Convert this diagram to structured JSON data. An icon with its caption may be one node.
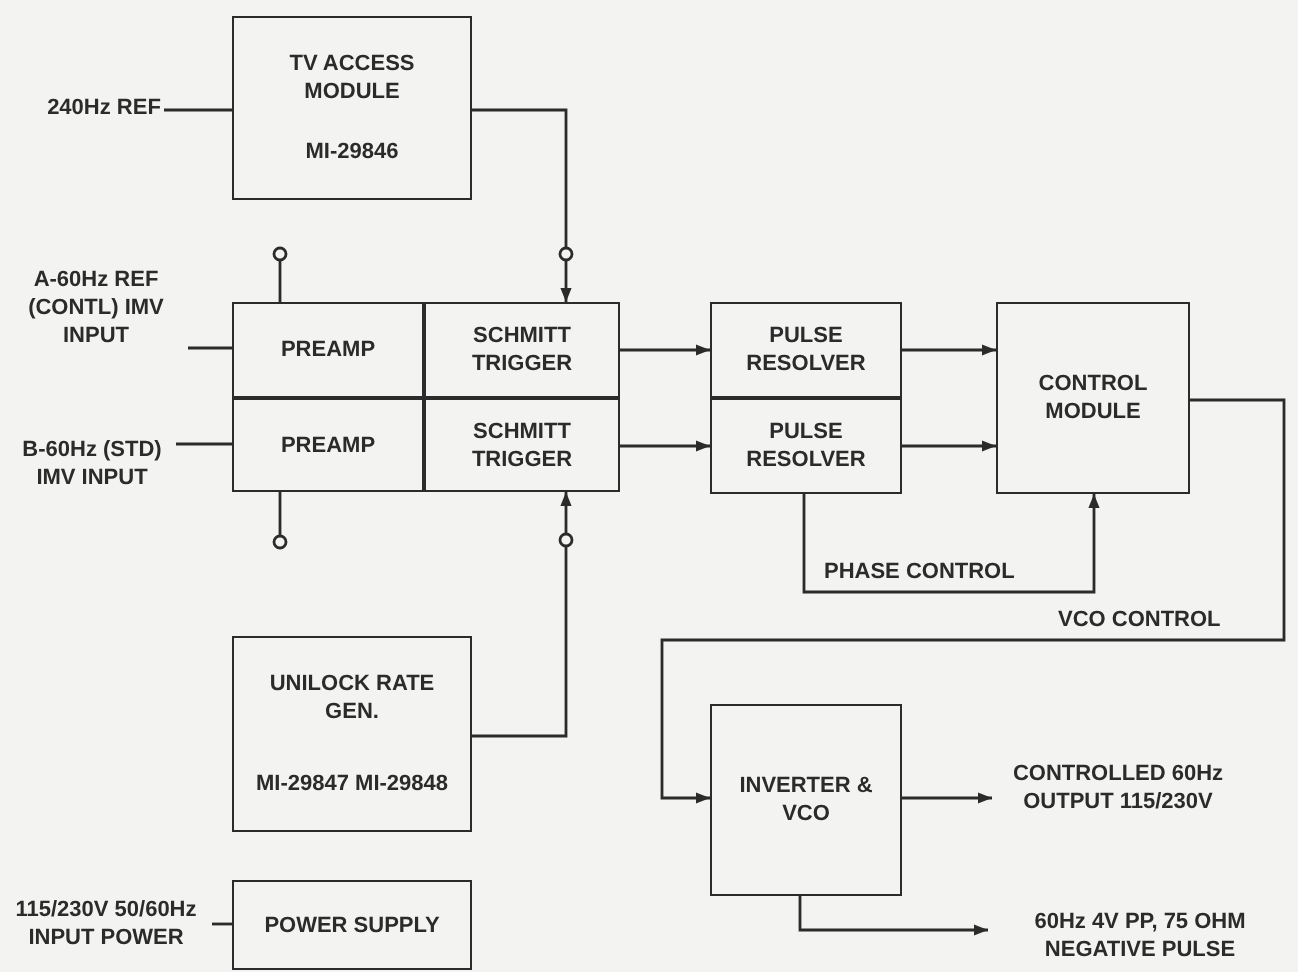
{
  "diagram": {
    "nodes": [
      {
        "text": [
          "240Hz REF"
        ]
      },
      {
        "text": [
          "TV ACCESS MODULE",
          "MI-29846"
        ]
      },
      {
        "text": [
          "A-60Hz REF (CONTL) IMV INPUT"
        ]
      },
      {
        "text": [
          "PREAMP"
        ]
      },
      {
        "text": [
          "SCHMITT TRIGGER"
        ]
      },
      {
        "text": [
          "B-60Hz (STD) IMV INPUT"
        ]
      },
      {
        "text": [
          "PREAMP"
        ]
      },
      {
        "text": [
          "SCHMITT TRIGGER"
        ]
      },
      {
        "text": [
          "PULSE RESOLVER"
        ]
      },
      {
        "text": [
          "PULSE RESOLVER"
        ]
      },
      {
        "text": [
          "CONTROL MODULE"
        ]
      },
      {
        "text": [
          "UNILOCK RATE GEN.",
          "MI-29847 MI-29848"
        ]
      },
      {
        "text": [
          "115/230V 50/60Hz INPUT POWER"
        ]
      },
      {
        "text": [
          "POWER SUPPLY"
        ]
      },
      {
        "text": [
          "INVERTER & VCO"
        ]
      },
      {
        "text": [
          "CONTROLLED 60Hz OUTPUT 115/230V"
        ]
      },
      {
        "text": [
          "60Hz 4V PP, 75 OHM NEGATIVE PULSE"
        ]
      }
    ],
    "edges": [
      {
        "from": 0,
        "to": 1,
        "arrow": "none"
      },
      {
        "from": 1,
        "to": 4,
        "arrow": "to"
      },
      {
        "from": 2,
        "to": 3,
        "arrow": "none"
      },
      {
        "from": 5,
        "to": 6,
        "arrow": "none"
      },
      {
        "from": 4,
        "to": 8,
        "arrow": "to"
      },
      {
        "from": 7,
        "to": 9,
        "arrow": "to"
      },
      {
        "from": 8,
        "to": 10,
        "arrow": "to"
      },
      {
        "from": 9,
        "to": 10,
        "arrow": "to"
      },
      {
        "from": 9,
        "to": 10,
        "arrow": "to",
        "label": "PHASE CONTROL"
      },
      {
        "from": 10,
        "to": 14,
        "arrow": "to",
        "label": "VCO CONTROL"
      },
      {
        "from": 11,
        "to": 7,
        "arrow": "to"
      },
      {
        "from": 12,
        "to": 13,
        "arrow": "none"
      },
      {
        "from": 14,
        "to": 15,
        "arrow": "to"
      },
      {
        "from": 14,
        "to": 16,
        "arrow": "to"
      }
    ]
  }
}
